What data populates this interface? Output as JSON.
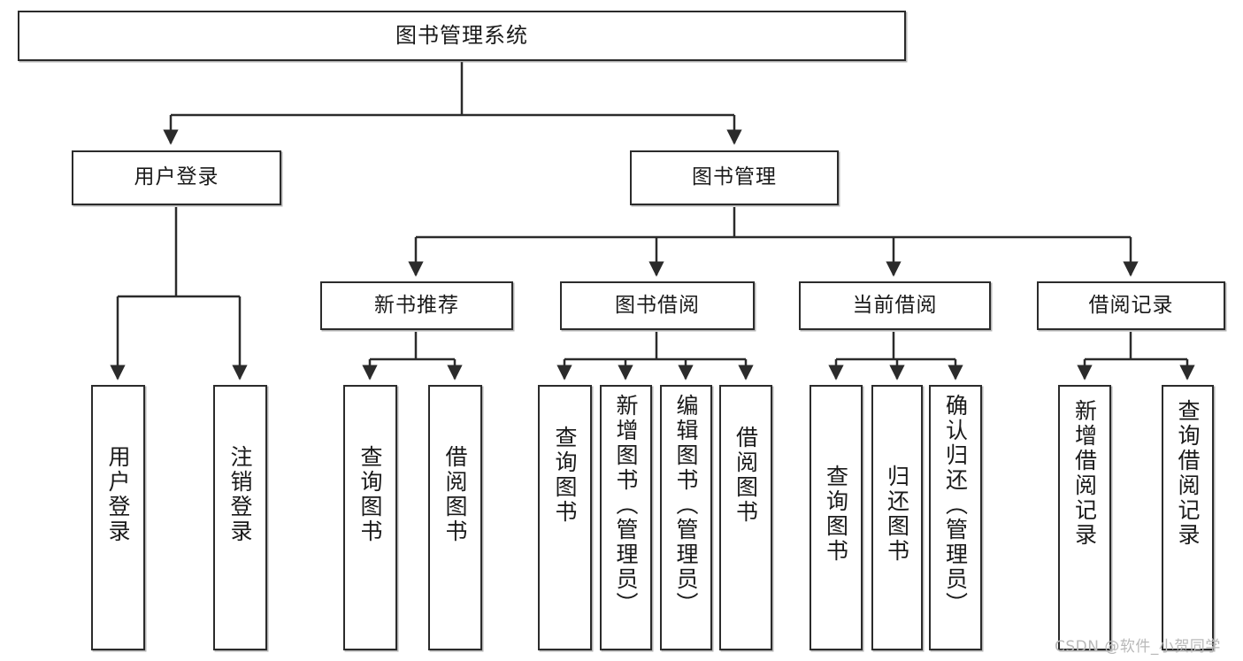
{
  "diagram": {
    "title": "图书管理系统",
    "type": "功能结构图",
    "stroke_color": "#2b2b2b",
    "fill_color": "#ffffff",
    "background": "#ffffff"
  },
  "nodes": {
    "root": {
      "label": "图书管理系统"
    },
    "level2": [
      {
        "id": "user-login",
        "label": "用户登录"
      },
      {
        "id": "book-manage",
        "label": "图书管理"
      }
    ],
    "level3": [
      {
        "id": "new-book-recommend",
        "label": "新书推荐"
      },
      {
        "id": "book-borrow",
        "label": "图书借阅"
      },
      {
        "id": "current-borrow",
        "label": "当前借阅"
      },
      {
        "id": "borrow-record",
        "label": "借阅记录"
      }
    ],
    "leaves": {
      "user_login": [
        {
          "id": "leaf-user-login",
          "label": "用户登录"
        },
        {
          "id": "leaf-logout-login",
          "label": "注销登录"
        }
      ],
      "new_book_recommend": [
        {
          "id": "leaf-query-book-1",
          "label": "查询图书"
        },
        {
          "id": "leaf-borrow-book-1",
          "label": "借阅图书"
        }
      ],
      "book_borrow": [
        {
          "id": "leaf-query-book-2",
          "label": "查询图书"
        },
        {
          "id": "leaf-add-book",
          "label": "新增图书（管理员）"
        },
        {
          "id": "leaf-edit-book",
          "label": "编辑图书（管理员）"
        },
        {
          "id": "leaf-borrow-book-2",
          "label": "借阅图书"
        }
      ],
      "current_borrow": [
        {
          "id": "leaf-query-book-3",
          "label": "查询图书"
        },
        {
          "id": "leaf-return-book",
          "label": "归还图书"
        },
        {
          "id": "leaf-confirm-return",
          "label": "确认归还（管理员）"
        }
      ],
      "borrow_record": [
        {
          "id": "leaf-add-record",
          "label": "新增借阅记录"
        },
        {
          "id": "leaf-query-record",
          "label": "查询借阅记录"
        }
      ]
    }
  },
  "watermark": {
    "text": "CSDN @软件_小贺同学"
  }
}
